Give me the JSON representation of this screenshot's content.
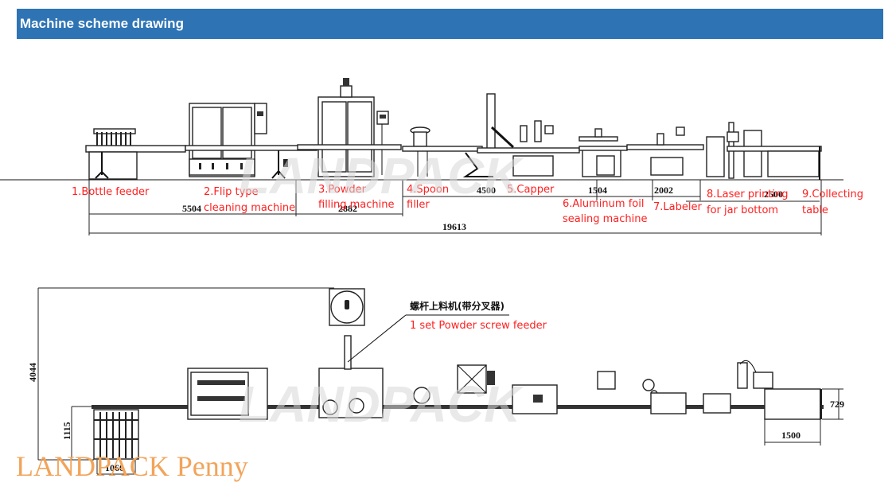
{
  "header": {
    "title": "Machine scheme drawing",
    "color": "#2e74b5"
  },
  "front_view": {
    "labels": [
      {
        "id": "bottle-feeder",
        "lines": [
          "1.Bottle feeder"
        ]
      },
      {
        "id": "flip-cleaning",
        "lines": [
          "2.Flip type",
          "cleaning machine"
        ]
      },
      {
        "id": "powder-filling",
        "lines": [
          "3.Powder",
          "filling machine"
        ]
      },
      {
        "id": "spoon-filler",
        "lines": [
          "4.Spoon",
          "filler"
        ]
      },
      {
        "id": "capper",
        "lines": [
          "5.Capper"
        ]
      },
      {
        "id": "foil-sealing",
        "lines": [
          "6.Aluminum foil",
          "sealing machine"
        ]
      },
      {
        "id": "labeler",
        "lines": [
          "7.Labeler"
        ]
      },
      {
        "id": "laser-printing",
        "lines": [
          "8.Laser printing",
          "for jar bottom"
        ]
      },
      {
        "id": "collecting-table",
        "lines": [
          "9.Collecting",
          "table"
        ]
      }
    ],
    "dimensions": {
      "d1": "5504",
      "d2": "2882",
      "d3": "4500",
      "d4": "1504",
      "d5": "2002",
      "d6": "2500",
      "total": "19613"
    }
  },
  "top_view": {
    "callout_cn": "螺杆上料机(带分叉器)",
    "callout_en": "1 set Powder screw feeder",
    "dimensions": {
      "height_total": "4044",
      "feeder_height": "1115",
      "feeder_width": "1060",
      "table_length": "1500",
      "table_width": "729"
    }
  },
  "watermarks": {
    "logo": "LANDPACK",
    "signature": "LANDPACK Penny"
  },
  "colors": {
    "label_red": "#ff2020",
    "watermark_orange": "#f2a45a"
  }
}
